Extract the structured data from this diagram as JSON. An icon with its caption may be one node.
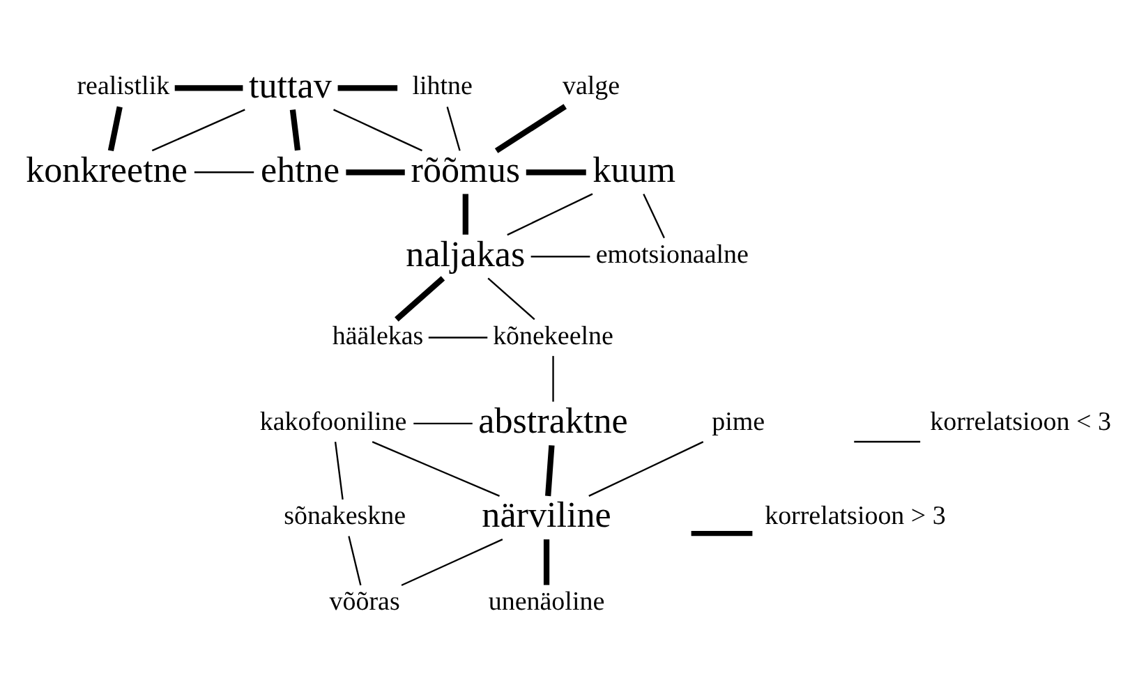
{
  "diagram": {
    "nodes": [
      {
        "text": [
          "realistlik"
        ]
      },
      {
        "text": [
          "tuttav"
        ]
      },
      {
        "text": [
          "lihtne"
        ]
      },
      {
        "text": [
          "valge"
        ]
      },
      {
        "text": [
          "konkreetne"
        ]
      },
      {
        "text": [
          "ehtne"
        ]
      },
      {
        "text": [
          "rõõmus"
        ]
      },
      {
        "text": [
          "kuum"
        ]
      },
      {
        "text": [
          "naljakas"
        ]
      },
      {
        "text": [
          "emotsionaalne"
        ]
      },
      {
        "text": [
          "häälekas"
        ]
      },
      {
        "text": [
          "kõnekeelne"
        ]
      },
      {
        "text": [
          "kakofooniline"
        ]
      },
      {
        "text": [
          "abstraktne"
        ]
      },
      {
        "text": [
          "sõnakeskne"
        ]
      },
      {
        "text": [
          "närviline"
        ]
      },
      {
        "text": [
          "võõras"
        ]
      },
      {
        "text": [
          "unenäoline"
        ]
      },
      {
        "text": [
          "pime"
        ]
      }
    ],
    "edges": [
      {
        "from": 0,
        "to": 1,
        "arrow": "none",
        "style": "thick"
      },
      {
        "from": 1,
        "to": 2,
        "arrow": "none",
        "style": "thick"
      },
      {
        "from": 0,
        "to": 4,
        "arrow": "none",
        "style": "thick"
      },
      {
        "from": 1,
        "to": 4,
        "arrow": "none"
      },
      {
        "from": 1,
        "to": 5,
        "arrow": "none",
        "style": "thick"
      },
      {
        "from": 1,
        "to": 6,
        "arrow": "none"
      },
      {
        "from": 2,
        "to": 6,
        "arrow": "none"
      },
      {
        "from": 3,
        "to": 6,
        "arrow": "none",
        "style": "thick"
      },
      {
        "from": 4,
        "to": 5,
        "arrow": "none"
      },
      {
        "from": 5,
        "to": 6,
        "arrow": "none",
        "style": "thick"
      },
      {
        "from": 6,
        "to": 7,
        "arrow": "none",
        "style": "thick"
      },
      {
        "from": 6,
        "to": 8,
        "arrow": "none",
        "style": "thick"
      },
      {
        "from": 7,
        "to": 8,
        "arrow": "none"
      },
      {
        "from": 7,
        "to": 9,
        "arrow": "none"
      },
      {
        "from": 8,
        "to": 9,
        "arrow": "none"
      },
      {
        "from": 8,
        "to": 11,
        "arrow": "none"
      },
      {
        "from": 8,
        "to": 10,
        "arrow": "none",
        "style": "thick"
      },
      {
        "from": 10,
        "to": 11,
        "arrow": "none"
      },
      {
        "from": 11,
        "to": 13,
        "arrow": "none"
      },
      {
        "from": 12,
        "to": 13,
        "arrow": "none"
      },
      {
        "from": 12,
        "to": 15,
        "arrow": "none"
      },
      {
        "from": 12,
        "to": 14,
        "arrow": "none"
      },
      {
        "from": 13,
        "to": 15,
        "arrow": "none",
        "style": "thick"
      },
      {
        "from": 14,
        "to": 16,
        "arrow": "none"
      },
      {
        "from": 16,
        "to": 15,
        "arrow": "none"
      },
      {
        "from": 18,
        "to": 15,
        "arrow": "none"
      },
      {
        "from": 15,
        "to": 17,
        "arrow": "none",
        "style": "thick"
      }
    ],
    "legend": [
      {
        "text": "korrelatsioon < 3"
      },
      {
        "text": "korrelatsioon > 3"
      }
    ]
  }
}
